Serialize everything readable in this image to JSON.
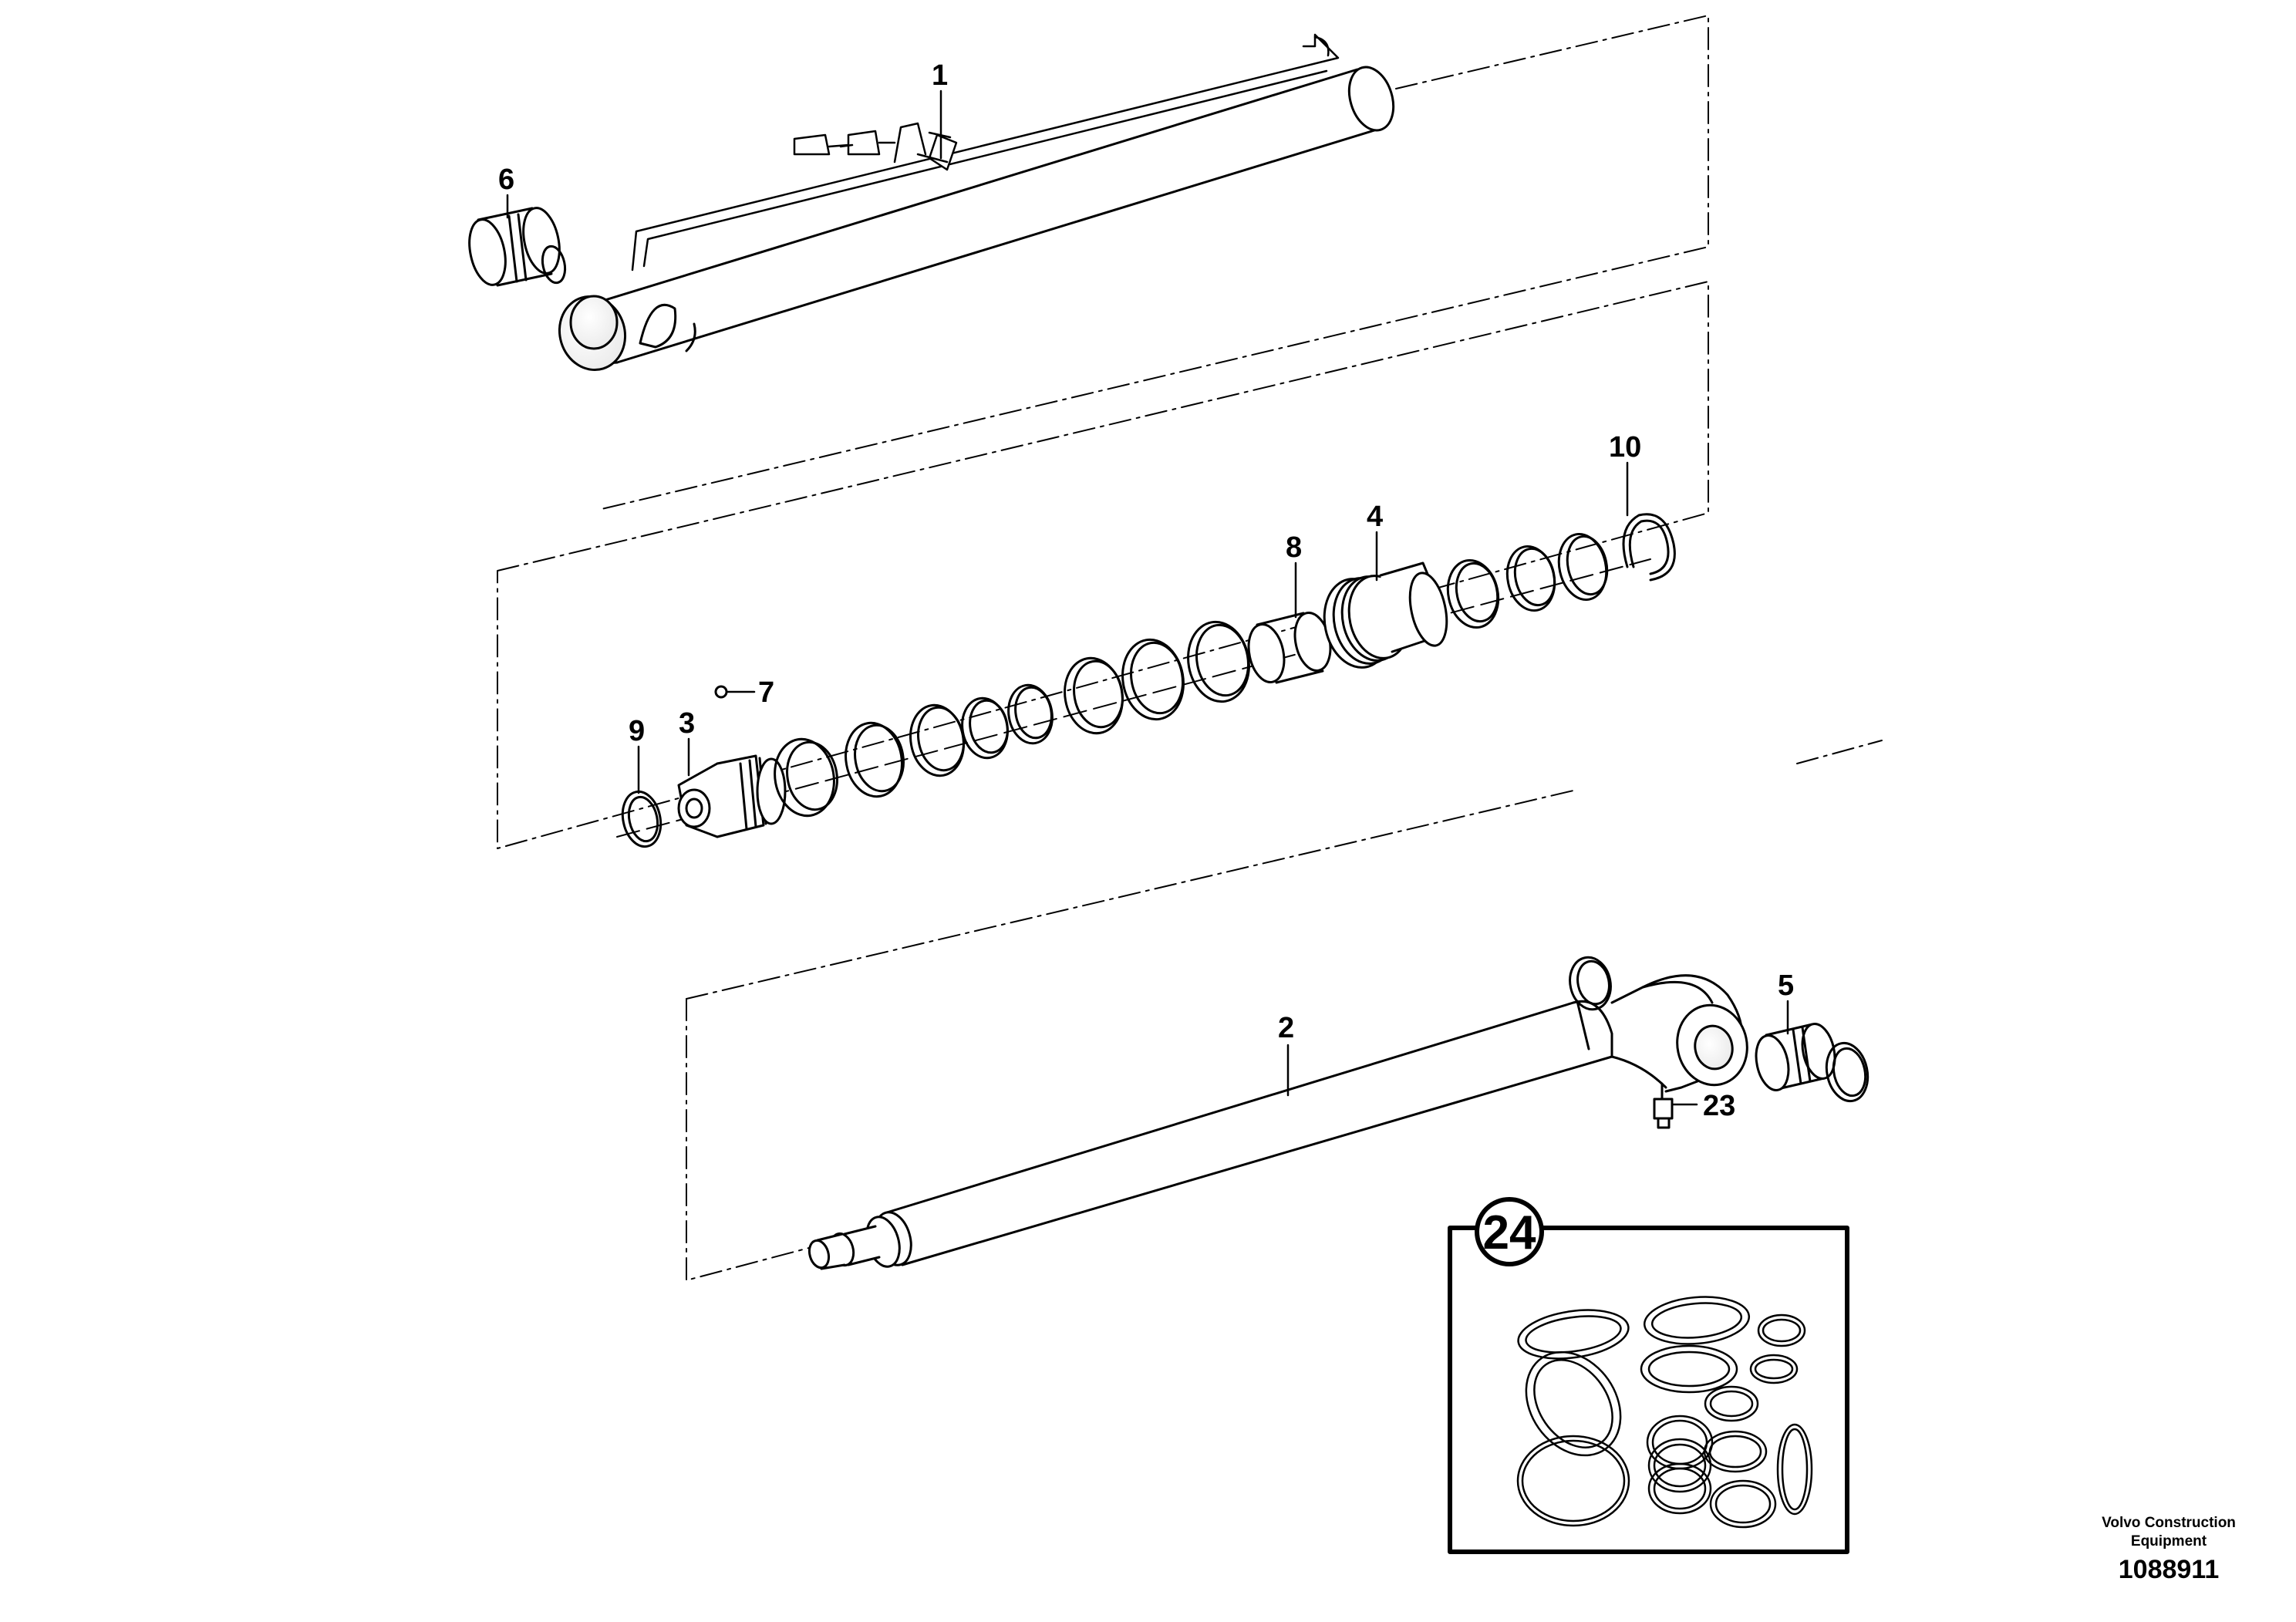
{
  "diagram": {
    "callouts": {
      "c1": "1",
      "c2": "2",
      "c3": "3",
      "c4": "4",
      "c5": "5",
      "c6": "6",
      "c7": "7",
      "c8": "8",
      "c9": "9",
      "c10": "10",
      "c23": "23",
      "c24": "24"
    },
    "credit": {
      "line1": "Volvo Construction",
      "line2": "Equipment"
    },
    "doc_number": "1088911"
  }
}
